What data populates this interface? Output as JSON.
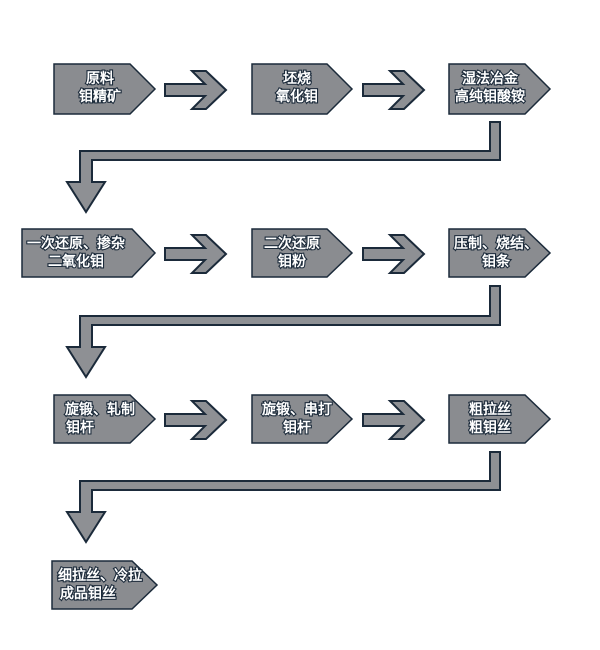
{
  "colors": {
    "node_fill": "#8a8c90",
    "node_stroke": "#1b2a3a",
    "arrow_fill": "#8e9094",
    "arrow_stroke": "#1b2a3a"
  },
  "nodes": [
    {
      "id": "raw-ore",
      "lines": [
        "原料",
        "钼精矿"
      ]
    },
    {
      "id": "roast",
      "lines": [
        "坯烧",
        "氧化钼"
      ]
    },
    {
      "id": "wet-metallurgy",
      "lines": [
        "湿法冶金",
        "高纯钼酸铵"
      ]
    },
    {
      "id": "first-reduction",
      "lines": [
        "一次还原、掺杂",
        "二氧化钼"
      ]
    },
    {
      "id": "second-reduction",
      "lines": [
        "二次还原",
        "钼粉"
      ]
    },
    {
      "id": "press-sinter",
      "lines": [
        "压制、烧结、",
        "钼条"
      ]
    },
    {
      "id": "swage-roll",
      "lines": [
        "旋锻、轧制",
        "钼杆"
      ]
    },
    {
      "id": "swage-string",
      "lines": [
        "旋锻、串打",
        "钼杆"
      ]
    },
    {
      "id": "coarse-draw",
      "lines": [
        "粗拉丝",
        "粗钼丝"
      ]
    },
    {
      "id": "fine-draw",
      "lines": [
        "细拉丝、冷拉",
        "成品钼丝"
      ]
    }
  ]
}
